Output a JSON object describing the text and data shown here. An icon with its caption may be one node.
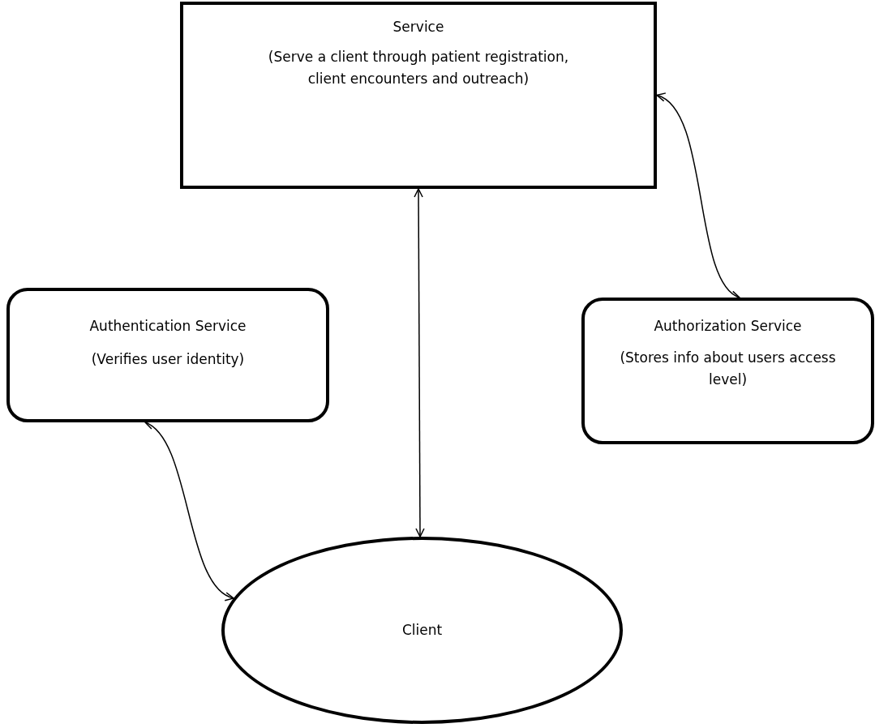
{
  "diagram": {
    "nodes": [
      {
        "text": [
          "Service",
          "(Serve a client through patient registration, client encounters and outreach)"
        ]
      },
      {
        "text": [
          "Authentication Service",
          "(Verifies user identity)"
        ]
      },
      {
        "text": [
          "Authorization Service",
          "(Stores info about users access level)"
        ]
      },
      {
        "text": [
          "Client"
        ]
      }
    ],
    "edges": [
      {
        "from": 0,
        "to": 2,
        "arrow": "both"
      },
      {
        "from": 0,
        "to": 3,
        "arrow": "both"
      },
      {
        "from": 1,
        "to": 3,
        "arrow": "both"
      }
    ]
  }
}
